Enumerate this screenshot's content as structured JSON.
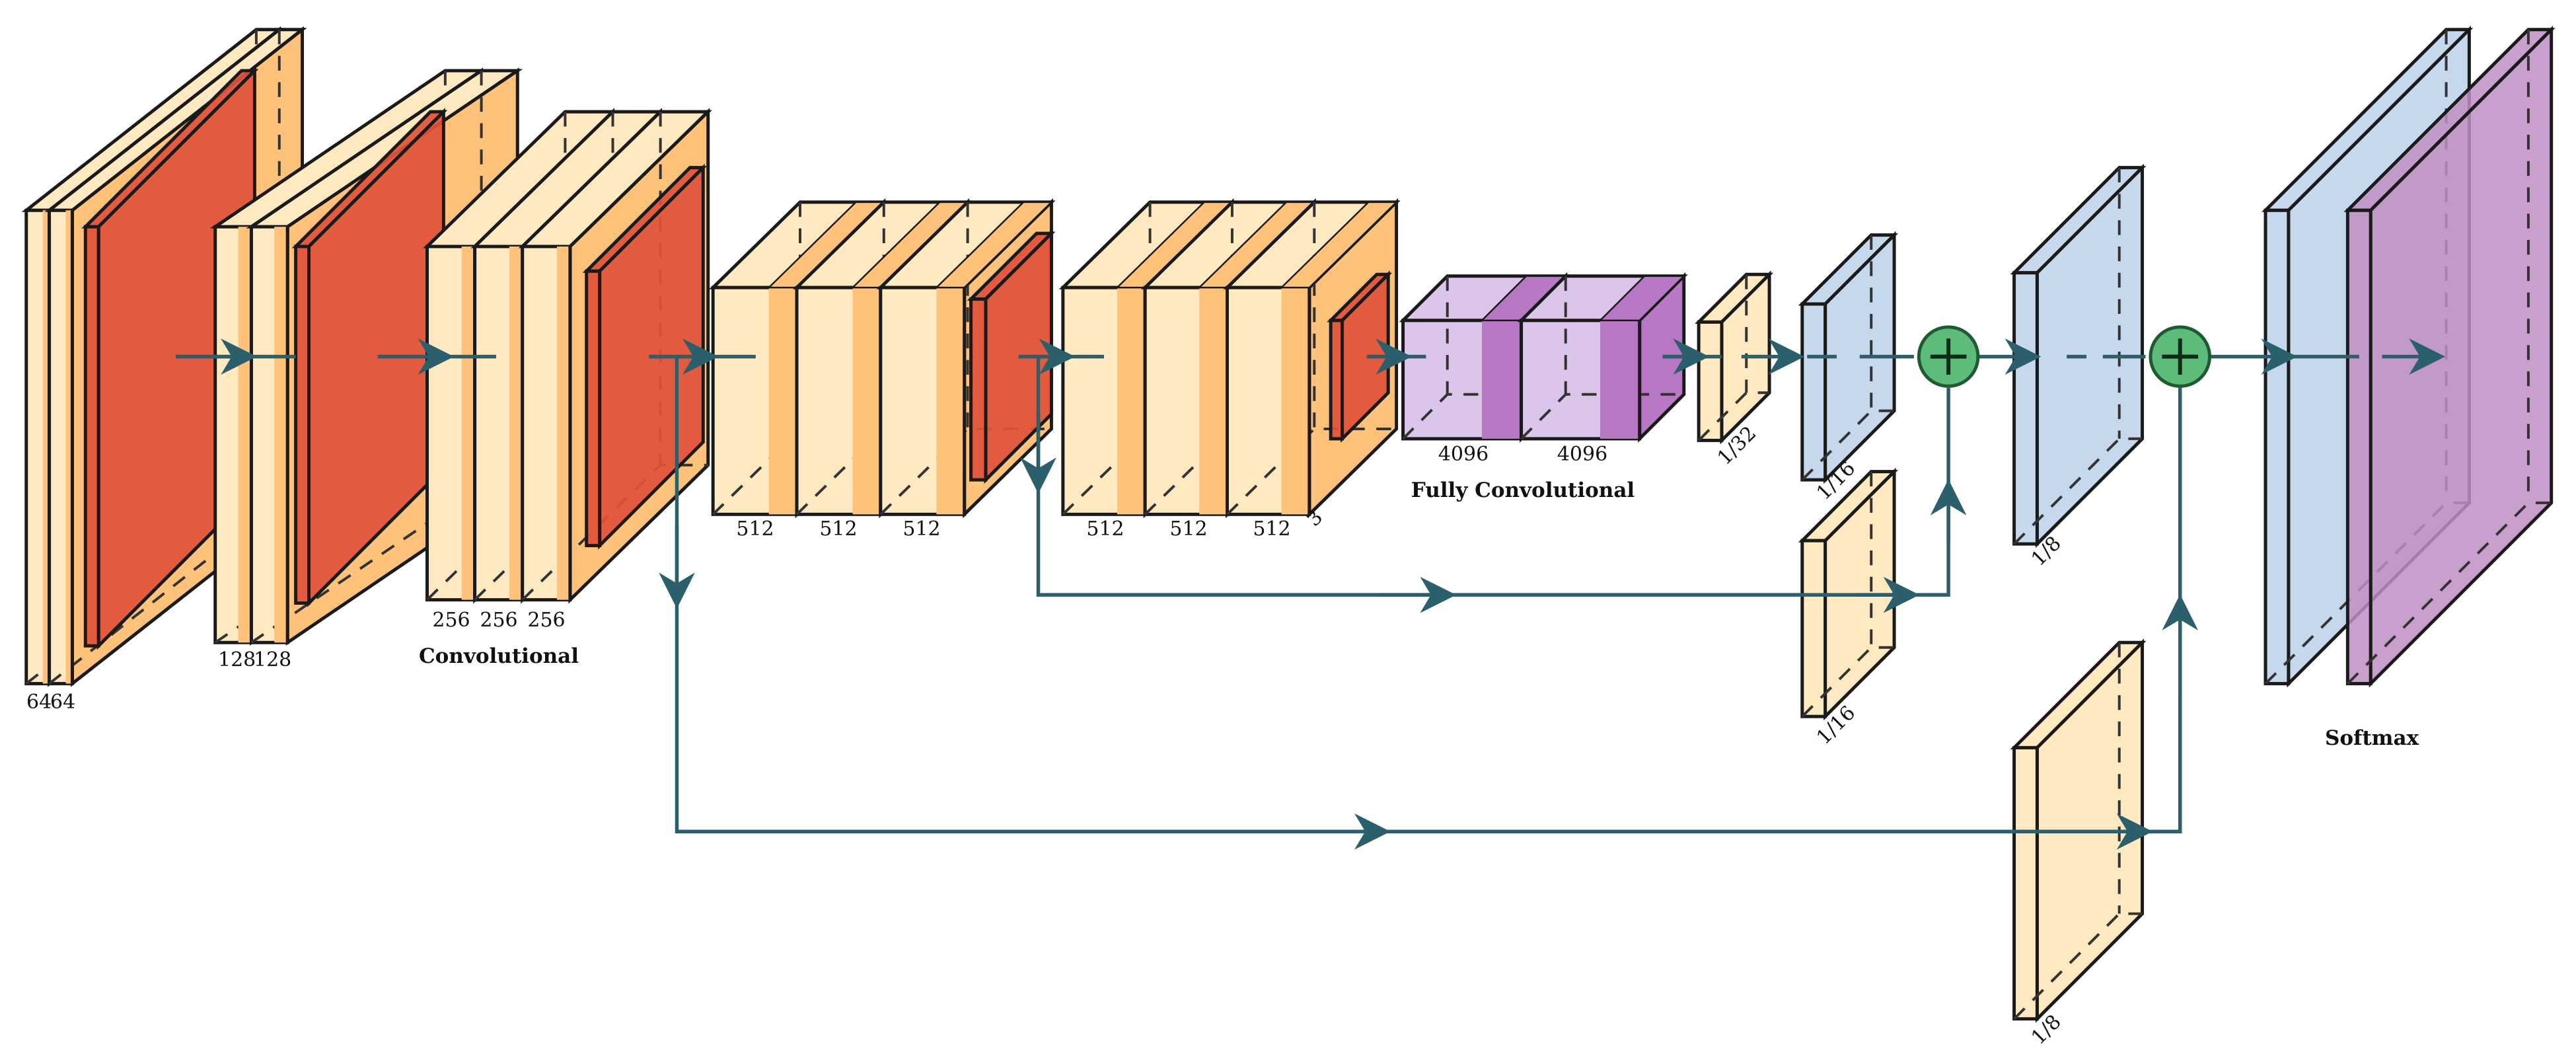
{
  "colors": {
    "conv": "#FFE9C0",
    "relu": "#FEC27A",
    "pool": "#E0523A",
    "fc": "#DCC5EA",
    "fc_relu": "#B877C3",
    "deconv": "#C5D8EC",
    "softmax": "#BF8FC4",
    "arrow": "#2C5F6C",
    "sum": "#5DBC7A"
  },
  "icons": {
    "sum_node": "circled-plus-icon",
    "arrow": "arrow-right-icon"
  },
  "labels": {
    "block1": [
      "64",
      "64"
    ],
    "block2": [
      "128",
      "128"
    ],
    "block3": [
      "256",
      "256",
      "256"
    ],
    "block4": [
      "512",
      "512",
      "512"
    ],
    "block5": [
      "512",
      "512",
      "512"
    ],
    "block5_extra": "3",
    "fc": [
      "4096",
      "4096"
    ],
    "score_32": "1/32",
    "up_16": "1/16",
    "skip_16": "1/16",
    "up_8": "1/8",
    "skip_8": "1/8"
  },
  "titles": {
    "convolutional": "Convolutional",
    "fully_convolutional": "Fully Convolutional",
    "softmax": "Softmax"
  }
}
